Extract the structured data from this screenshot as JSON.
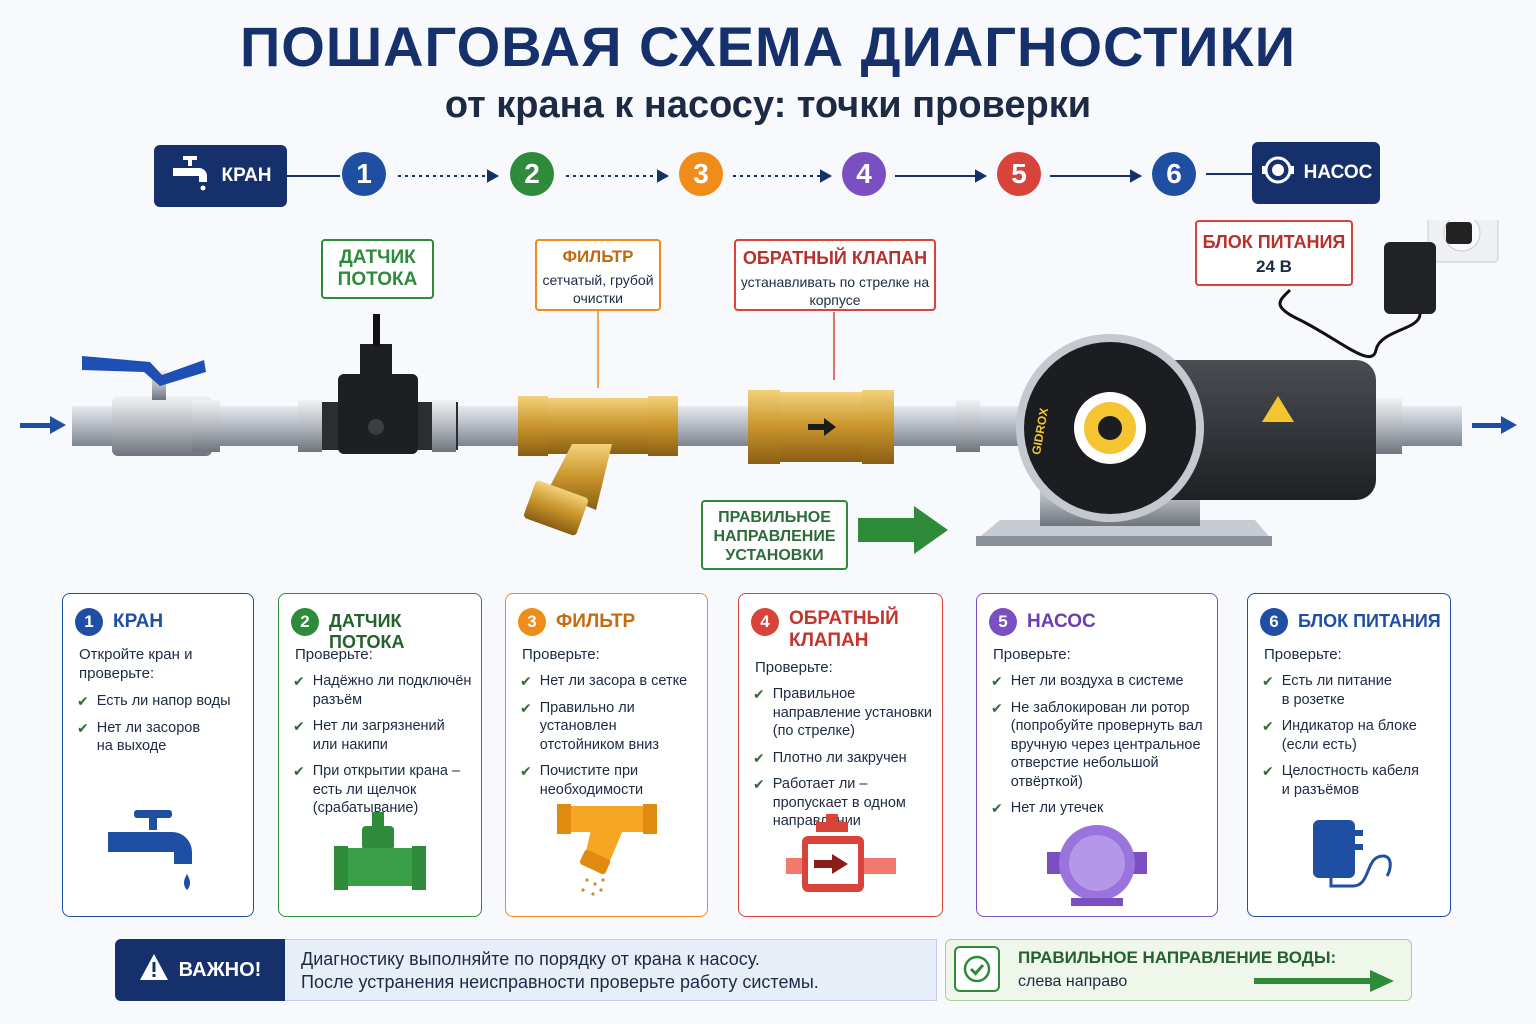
{
  "header": {
    "title": "ПОШАГОВАЯ СХЕМА ДИАГНОСТИКИ",
    "subtitle": "от крана к насосу: точки проверки"
  },
  "flow": {
    "start_label": "КРАН",
    "end_label": "НАСОС",
    "steps": [
      "1",
      "2",
      "3",
      "4",
      "5",
      "6"
    ],
    "colors": [
      "#1f4fa3",
      "#2e8b3a",
      "#f08c1a",
      "#7a4fc2",
      "#d8433a",
      "#1f4fa3"
    ]
  },
  "callouts": {
    "sensor": {
      "title": "ДАТЧИК ПОТОКА"
    },
    "filter": {
      "title": "ФИЛЬТР",
      "note": "сетчатый, грубой очистки"
    },
    "valve": {
      "title": "ОБРАТНЫЙ КЛАПАН",
      "note": "устанавливать по стрелке на корпусе"
    },
    "power": {
      "title": "БЛОК ПИТАНИЯ",
      "note": "24 В"
    },
    "direction": {
      "title": "ПРАВИЛЬНОЕ НАПРАВЛЕНИЕ УСТАНОВКИ"
    }
  },
  "pump_brand": "GIDROX",
  "cards": [
    {
      "num": "1",
      "title": "КРАН",
      "intro": "Откройте кран и проверьте:",
      "items": [
        "Есть ли напор воды",
        "Нет ли засоров на выходе"
      ]
    },
    {
      "num": "2",
      "title": "ДАТЧИК ПОТОКА",
      "intro": "Проверьте:",
      "items": [
        "Надёжно ли подключён разъём",
        "Нет ли загрязнений или накипи",
        "При открытии крана – есть ли щелчок (срабатывание)"
      ]
    },
    {
      "num": "3",
      "title": "ФИЛЬТР",
      "intro": "Проверьте:",
      "items": [
        "Нет ли засора в сетке",
        "Правильно ли установлен отстойником вниз",
        "Почистите при необходимости"
      ]
    },
    {
      "num": "4",
      "title": "ОБРАТНЫЙ КЛАПАН",
      "intro": "Проверьте:",
      "items": [
        "Правильное направление установки (по стрелке)",
        "Плотно ли закручен",
        "Работает ли – пропускает в одном направлении"
      ]
    },
    {
      "num": "5",
      "title": "НАСОС",
      "intro": "Проверьте:",
      "items": [
        "Нет ли воздуха в системе",
        "Не заблокирован ли ротор (попробуйте провернуть вал вручную через центральное отверстие небольшой отвёрткой)",
        "Нет ли утечек"
      ]
    },
    {
      "num": "6",
      "title": "БЛОК ПИТАНИЯ",
      "intro": "Проверьте:",
      "items": [
        "Есть ли питание в розетке",
        "Индикатор на блоке (если есть)",
        "Целостность кабеля и разъёмов"
      ]
    }
  ],
  "footer": {
    "warning_label": "ВАЖНО!",
    "warning_line1": "Диагностику выполняйте по порядку от крана к насосу.",
    "warning_line2": "После устранения неисправности проверьте работу системы.",
    "direction_title": "ПРАВИЛЬНОЕ НАПРАВЛЕНИЕ ВОДЫ:",
    "direction_text": "слева направо"
  }
}
